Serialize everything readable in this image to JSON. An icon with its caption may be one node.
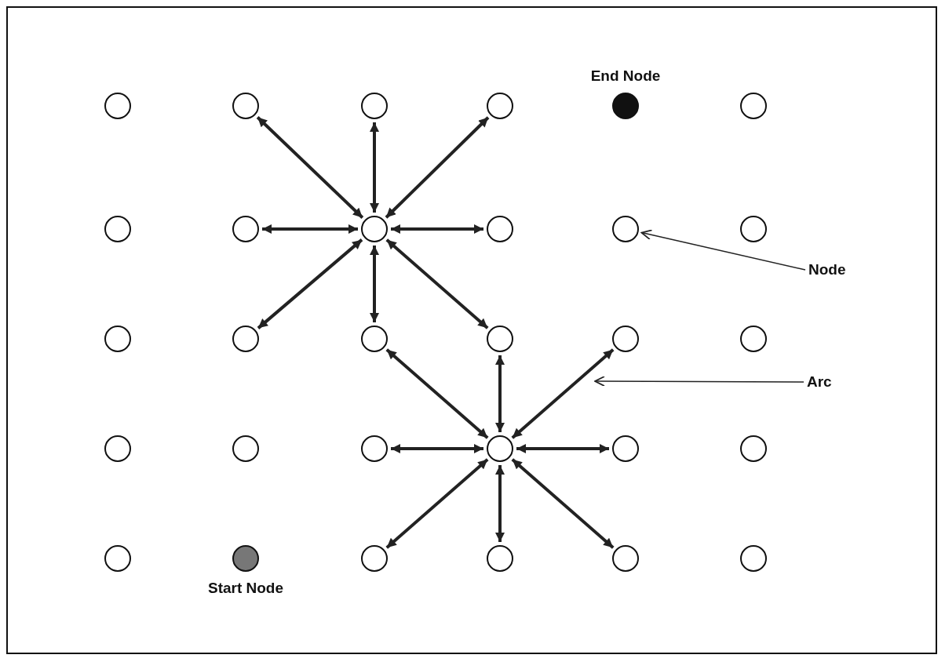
{
  "diagram": {
    "nodes": [
      {
        "text": [],
        "shape": "circle"
      },
      {
        "text": [],
        "shape": "circle"
      },
      {
        "text": [],
        "shape": "circle"
      },
      {
        "text": [],
        "shape": "circle"
      },
      {
        "text": [
          "End Node"
        ]
      },
      {
        "text": [],
        "shape": "circle"
      },
      {
        "text": [],
        "shape": "circle"
      },
      {
        "text": [],
        "shape": "circle"
      },
      {
        "text": [],
        "shape": "circle"
      },
      {
        "text": [],
        "shape": "circle"
      },
      {
        "text": [],
        "shape": "circle"
      },
      {
        "text": [],
        "shape": "circle"
      },
      {
        "text": [],
        "shape": "circle"
      },
      {
        "text": [],
        "shape": "circle"
      },
      {
        "text": [],
        "shape": "circle"
      },
      {
        "text": [],
        "shape": "circle"
      },
      {
        "text": [],
        "shape": "circle"
      },
      {
        "text": [],
        "shape": "circle"
      },
      {
        "text": [],
        "shape": "circle"
      },
      {
        "text": [],
        "shape": "circle"
      },
      {
        "text": [],
        "shape": "circle"
      },
      {
        "text": [],
        "shape": "circle"
      },
      {
        "text": [],
        "shape": "circle"
      },
      {
        "text": [],
        "shape": "circle"
      },
      {
        "text": [],
        "shape": "circle"
      },
      {
        "text": [
          "Start Node"
        ]
      },
      {
        "text": [],
        "shape": "circle"
      },
      {
        "text": [],
        "shape": "circle"
      },
      {
        "text": [],
        "shape": "circle"
      },
      {
        "text": [],
        "shape": "circle"
      },
      {
        "text": [
          "Node"
        ]
      },
      {
        "text": [
          "Arc"
        ]
      }
    ],
    "edges": [
      {
        "from": 8,
        "to": 1,
        "arrow": "both"
      },
      {
        "from": 8,
        "to": 2,
        "arrow": "both"
      },
      {
        "from": 8,
        "to": 3,
        "arrow": "both"
      },
      {
        "from": 8,
        "to": 7,
        "arrow": "both"
      },
      {
        "from": 8,
        "to": 9,
        "arrow": "both"
      },
      {
        "from": 8,
        "to": 13,
        "arrow": "both"
      },
      {
        "from": 8,
        "to": 14,
        "arrow": "both"
      },
      {
        "from": 8,
        "to": 15,
        "arrow": "both"
      },
      {
        "from": 21,
        "to": 14,
        "arrow": "both"
      },
      {
        "from": 21,
        "to": 15,
        "arrow": "both"
      },
      {
        "from": 21,
        "to": 16,
        "arrow": "both"
      },
      {
        "from": 21,
        "to": 20,
        "arrow": "both"
      },
      {
        "from": 21,
        "to": 22,
        "arrow": "both"
      },
      {
        "from": 21,
        "to": 26,
        "arrow": "both"
      },
      {
        "from": 21,
        "to": 27,
        "arrow": "both"
      },
      {
        "from": 21,
        "to": 28,
        "arrow": "both"
      },
      {
        "from": 30,
        "to": 10,
        "arrow": "to"
      },
      {
        "from": 31,
        "to": null,
        "arrow": "to"
      }
    ]
  }
}
